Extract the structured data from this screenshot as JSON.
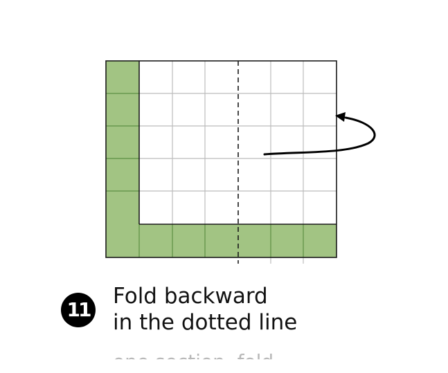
{
  "diagram": {
    "colors": {
      "green_fill": "#a2c483",
      "green_line": "#5d8f43",
      "grid_line": "#bcbcbc",
      "outline": "#1a1a1a",
      "arrow": "#000000"
    },
    "grid": {
      "columns": 7,
      "rows": 6
    },
    "fold_line": "dashed",
    "arrow": "fold-backward-arrow"
  },
  "step": {
    "number": "11",
    "instruction_line1": "Fold backward",
    "instruction_line2": "in the dotted line",
    "cut_off_text": "one section, fold"
  }
}
